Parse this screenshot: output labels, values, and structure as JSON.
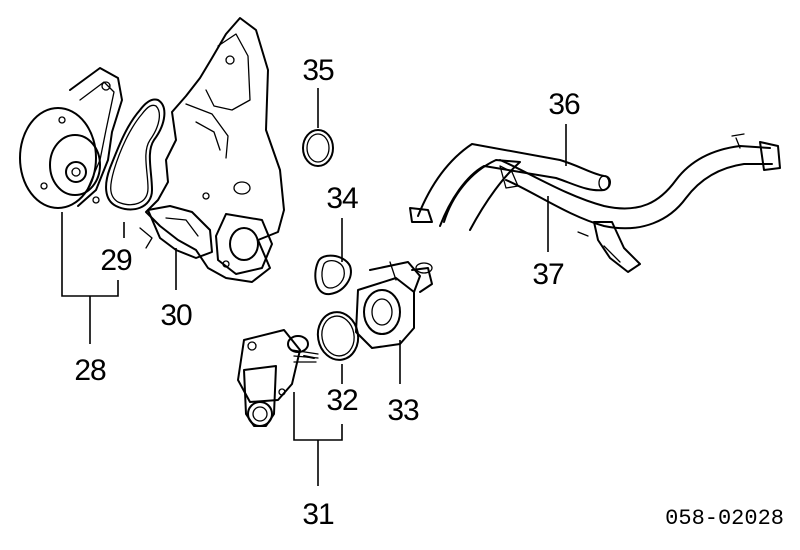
{
  "diagram": {
    "callouts": {
      "c28": "28",
      "c29": "29",
      "c30": "30",
      "c31": "31",
      "c32": "32",
      "c33": "33",
      "c34": "34",
      "c35": "35",
      "c36": "36",
      "c37": "37"
    },
    "reference_code": "058-02028"
  }
}
